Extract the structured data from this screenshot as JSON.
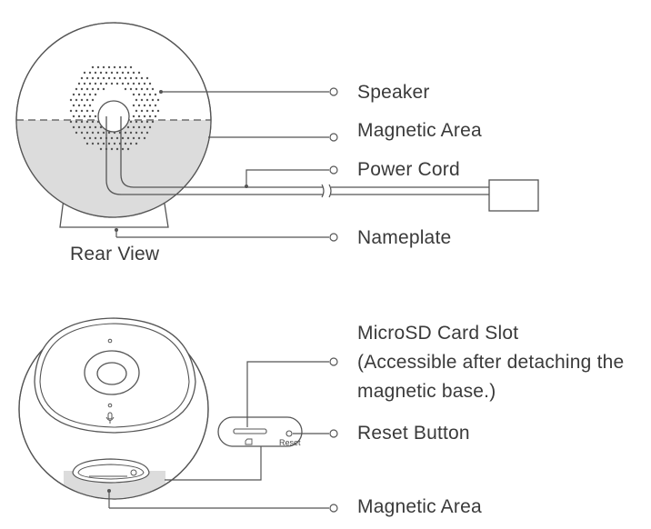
{
  "labels": {
    "speaker": "Speaker",
    "magnetic_area_top": "Magnetic Area",
    "power_cord": "Power Cord",
    "nameplate": "Nameplate",
    "rear_view": "Rear View",
    "microsd_line1": "MicroSD Card Slot",
    "microsd_line2": "(Accessible after detaching the",
    "microsd_line3": "magnetic base.)",
    "reset_button": "Reset Button",
    "magnetic_area_bottom": "Magnetic Area",
    "reset_small": "Reset"
  },
  "colors": {
    "stroke": "#555555",
    "magnetic_fill": "#dcdcdc",
    "background": "#ffffff"
  }
}
